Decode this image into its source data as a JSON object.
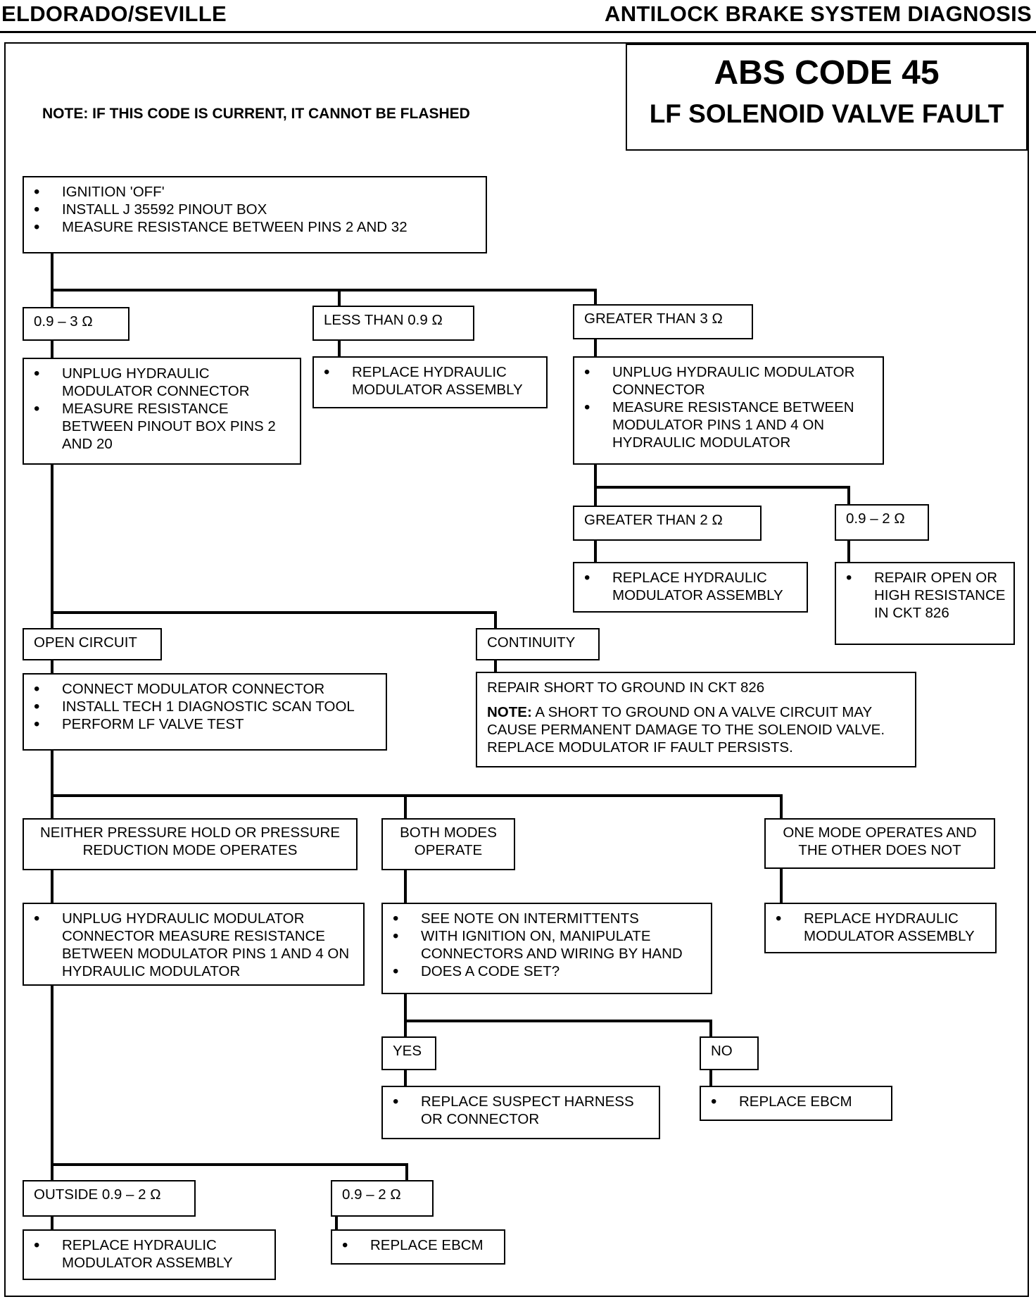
{
  "header": {
    "left": "ELDORADO/SEVILLE",
    "right": "ANTILOCK BRAKE SYSTEM DIAGNOSIS"
  },
  "title": {
    "code": "ABS CODE 45",
    "subtitle": "LF SOLENOID VALVE FAULT"
  },
  "note": "NOTE:  IF THIS CODE IS CURRENT, IT CANNOT BE FLASHED",
  "step1": {
    "items": [
      "IGNITION 'OFF'",
      "INSTALL J 35592 PINOUT BOX",
      "MEASURE RESISTANCE BETWEEN PINS 2 AND 32"
    ]
  },
  "branch1": {
    "a_label": "0.9 – 3 Ω",
    "a_items": [
      "UNPLUG HYDRAULIC MODULATOR CONNECTOR",
      "MEASURE  RESISTANCE BETWEEN  PINOUT BOX PINS 2 AND 20"
    ],
    "b_label": "LESS THAN 0.9 Ω",
    "b_items": [
      "REPLACE HYDRAULIC MODULATOR ASSEMBLY"
    ],
    "c_label": "GREATER THAN 3 Ω",
    "c_items": [
      "UNPLUG HYDRAULIC MODULATOR CONNECTOR",
      "MEASURE RESISTANCE BETWEEN MODULATOR PINS 1 AND 4 ON HYDRAULIC MODULATOR"
    ]
  },
  "branch2": {
    "a_label": "GREATER THAN 2 Ω",
    "a_items": [
      "REPLACE HYDRAULIC MODULATOR ASSEMBLY"
    ],
    "b_label": "0.9 – 2 Ω",
    "b_items": [
      "REPAIR OPEN OR HIGH RESISTANCE IN CKT 826"
    ]
  },
  "branch3": {
    "a_label": "OPEN CIRCUIT",
    "a_items": [
      "CONNECT MODULATOR CONNECTOR",
      "INSTALL TECH 1 DIAGNOSTIC SCAN TOOL",
      "PERFORM  LF VALVE TEST"
    ],
    "b_label": "CONTINUITY",
    "b_text": "REPAIR SHORT TO GROUND IN CKT 826",
    "b_note_label": "NOTE:",
    "b_note": " A SHORT TO GROUND ON A VALVE CIRCUIT MAY CAUSE PERMANENT DAMAGE TO THE SOLENOID VALVE. REPLACE MODULATOR IF FAULT PERSISTS."
  },
  "branch4": {
    "a_label": "NEITHER PRESSURE HOLD OR PRESSURE REDUCTION MODE OPERATES",
    "a_items": [
      "UNPLUG HYDRAULIC MODULATOR CONNECTOR MEASURE RESISTANCE BETWEEN MODULATOR PINS 1 AND 4 ON HYDRAULIC MODULATOR"
    ],
    "b_label": "BOTH MODES OPERATE",
    "b_items": [
      "SEE NOTE ON INTERMITTENTS",
      "WITH IGNITION ON, MANIPULATE CONNECTORS AND WIRING BY HAND",
      "DOES A CODE SET?"
    ],
    "c_label": "ONE MODE OPERATES AND THE OTHER DOES NOT",
    "c_items": [
      "REPLACE HYDRAULIC MODULATOR ASSEMBLY"
    ]
  },
  "branch5": {
    "yes_label": "YES",
    "yes_items": [
      "REPLACE SUSPECT HARNESS OR CONNECTOR"
    ],
    "no_label": "NO",
    "no_items": [
      "REPLACE  EBCM"
    ]
  },
  "branch6": {
    "a_label": "OUTSIDE 0.9 – 2 Ω",
    "a_items": [
      "REPLACE HYDRAULIC MODULATOR ASSEMBLY"
    ],
    "b_label": "0.9 – 2 Ω",
    "b_items": [
      "REPLACE  EBCM"
    ]
  }
}
